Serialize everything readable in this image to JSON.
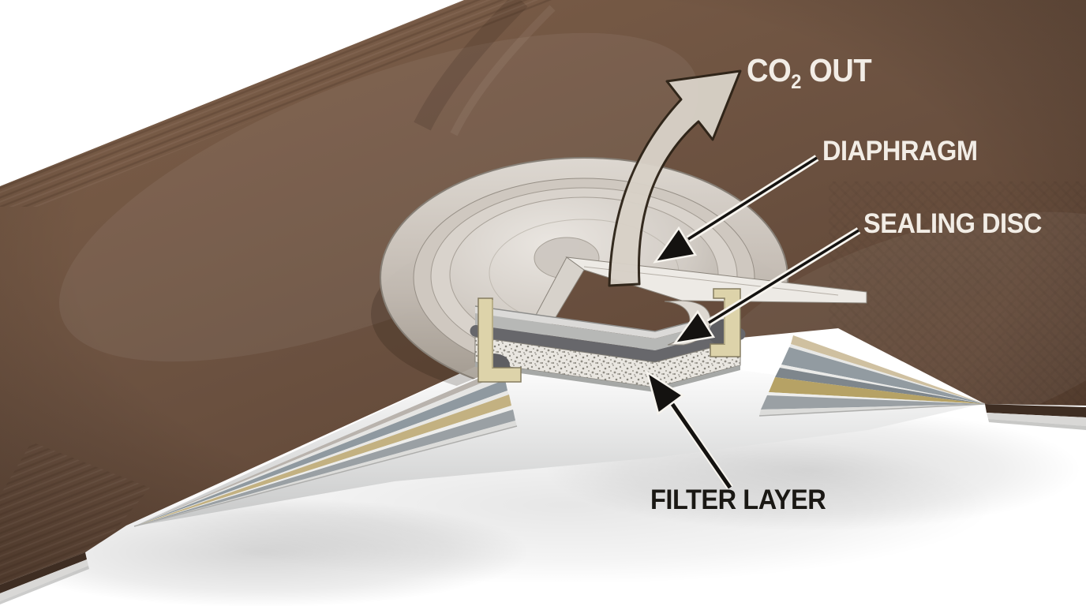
{
  "title": "One-way degassing valve cross-section diagram",
  "labels": {
    "co2_out": {
      "prefix": "CO",
      "subscript": "2",
      "suffix": " OUT",
      "color": "#f2ede6"
    },
    "diaphragm": {
      "text": "DIAPHRAGM",
      "color": "#f2ede6"
    },
    "sealing_disc": {
      "text": "SEALING DISC",
      "color": "#f2ede6"
    },
    "filter_layer": {
      "text": "FILTER LAYER",
      "color": "#1a1814"
    }
  },
  "palette": {
    "background": "#ffffff",
    "bag_brown": "#6b5140",
    "bag_brown_light": "#7a5c46",
    "bag_brown_dark": "#4a3426",
    "bag_edge_dark": "#3e2d22",
    "foil_silver": "#d9d8d6",
    "film_bluegrey": "#8f99a0",
    "foil_gold": "#c3b181",
    "valve_body_grey": "#cfc8c0",
    "sealing_disc_grey": "#67676b",
    "filter_speckle_base": "#e9e6e0",
    "clip_cream": "#ddd3aa",
    "flow_arrow_beige": "#d8d1c7",
    "flow_arrow_outline": "#2e2418",
    "pointer_black": "#141210",
    "pointer_casing": "#f7f4ee"
  },
  "parts": {
    "bag_film": "coffee-bag-film",
    "laminate_fan_left": "laminate-layer-fan-left",
    "laminate_fan_right": "laminate-layer-fan-right",
    "valve_dome": "valve-cap-dome",
    "diaphragm": "diaphragm",
    "sealing_disc": "sealing-disc-band",
    "filter_layer": "filter-layer-band",
    "co2_flow": "co2-outflow"
  }
}
